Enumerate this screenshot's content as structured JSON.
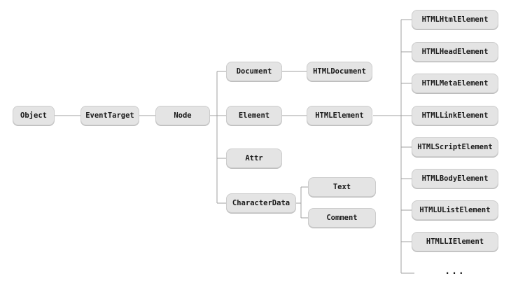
{
  "diagram": {
    "type": "tree",
    "description": "DOM class inheritance hierarchy",
    "nodes": [
      {
        "id": "object",
        "label": "Object"
      },
      {
        "id": "event-target",
        "label": "EventTarget"
      },
      {
        "id": "node",
        "label": "Node"
      },
      {
        "id": "document",
        "label": "Document"
      },
      {
        "id": "html-document",
        "label": "HTMLDocument"
      },
      {
        "id": "element",
        "label": "Element"
      },
      {
        "id": "html-element",
        "label": "HTMLElement"
      },
      {
        "id": "attr",
        "label": "Attr"
      },
      {
        "id": "character-data",
        "label": "CharacterData"
      },
      {
        "id": "text",
        "label": "Text"
      },
      {
        "id": "comment",
        "label": "Comment"
      },
      {
        "id": "html-html-element",
        "label": "HTMLHtmlElement"
      },
      {
        "id": "html-head-element",
        "label": "HTMLHeadElement"
      },
      {
        "id": "html-meta-element",
        "label": "HTMLMetaElement"
      },
      {
        "id": "html-link-element",
        "label": "HTMLLinkElement"
      },
      {
        "id": "html-script-element",
        "label": "HTMLScriptElement"
      },
      {
        "id": "html-body-element",
        "label": "HTMLBodyElement"
      },
      {
        "id": "html-ulist-element",
        "label": "HTMLUListElement"
      },
      {
        "id": "html-li-element",
        "label": "HTMLLIElement"
      }
    ],
    "edges": [
      [
        "Object",
        "EventTarget"
      ],
      [
        "EventTarget",
        "Node"
      ],
      [
        "Node",
        "Document"
      ],
      [
        "Node",
        "Element"
      ],
      [
        "Node",
        "Attr"
      ],
      [
        "Node",
        "CharacterData"
      ],
      [
        "Document",
        "HTMLDocument"
      ],
      [
        "Element",
        "HTMLElement"
      ],
      [
        "CharacterData",
        "Text"
      ],
      [
        "CharacterData",
        "Comment"
      ],
      [
        "HTMLElement",
        "HTMLHtmlElement"
      ],
      [
        "HTMLElement",
        "HTMLHeadElement"
      ],
      [
        "HTMLElement",
        "HTMLMetaElement"
      ],
      [
        "HTMLElement",
        "HTMLLinkElement"
      ],
      [
        "HTMLElement",
        "HTMLScriptElement"
      ],
      [
        "HTMLElement",
        "HTMLBodyElement"
      ],
      [
        "HTMLElement",
        "HTMLUListElement"
      ],
      [
        "HTMLElement",
        "HTMLLIElement"
      ],
      [
        "HTMLElement",
        "…more elements (ellipsis)"
      ]
    ],
    "ellipsis": "...",
    "colors": {
      "background": "#ffffff",
      "box_fill": "#e4e4e4",
      "box_border": "#cccccc",
      "box_shadow": "#bdbdbd",
      "line": "#a0a0a0",
      "text": "#1a1a1a"
    }
  }
}
